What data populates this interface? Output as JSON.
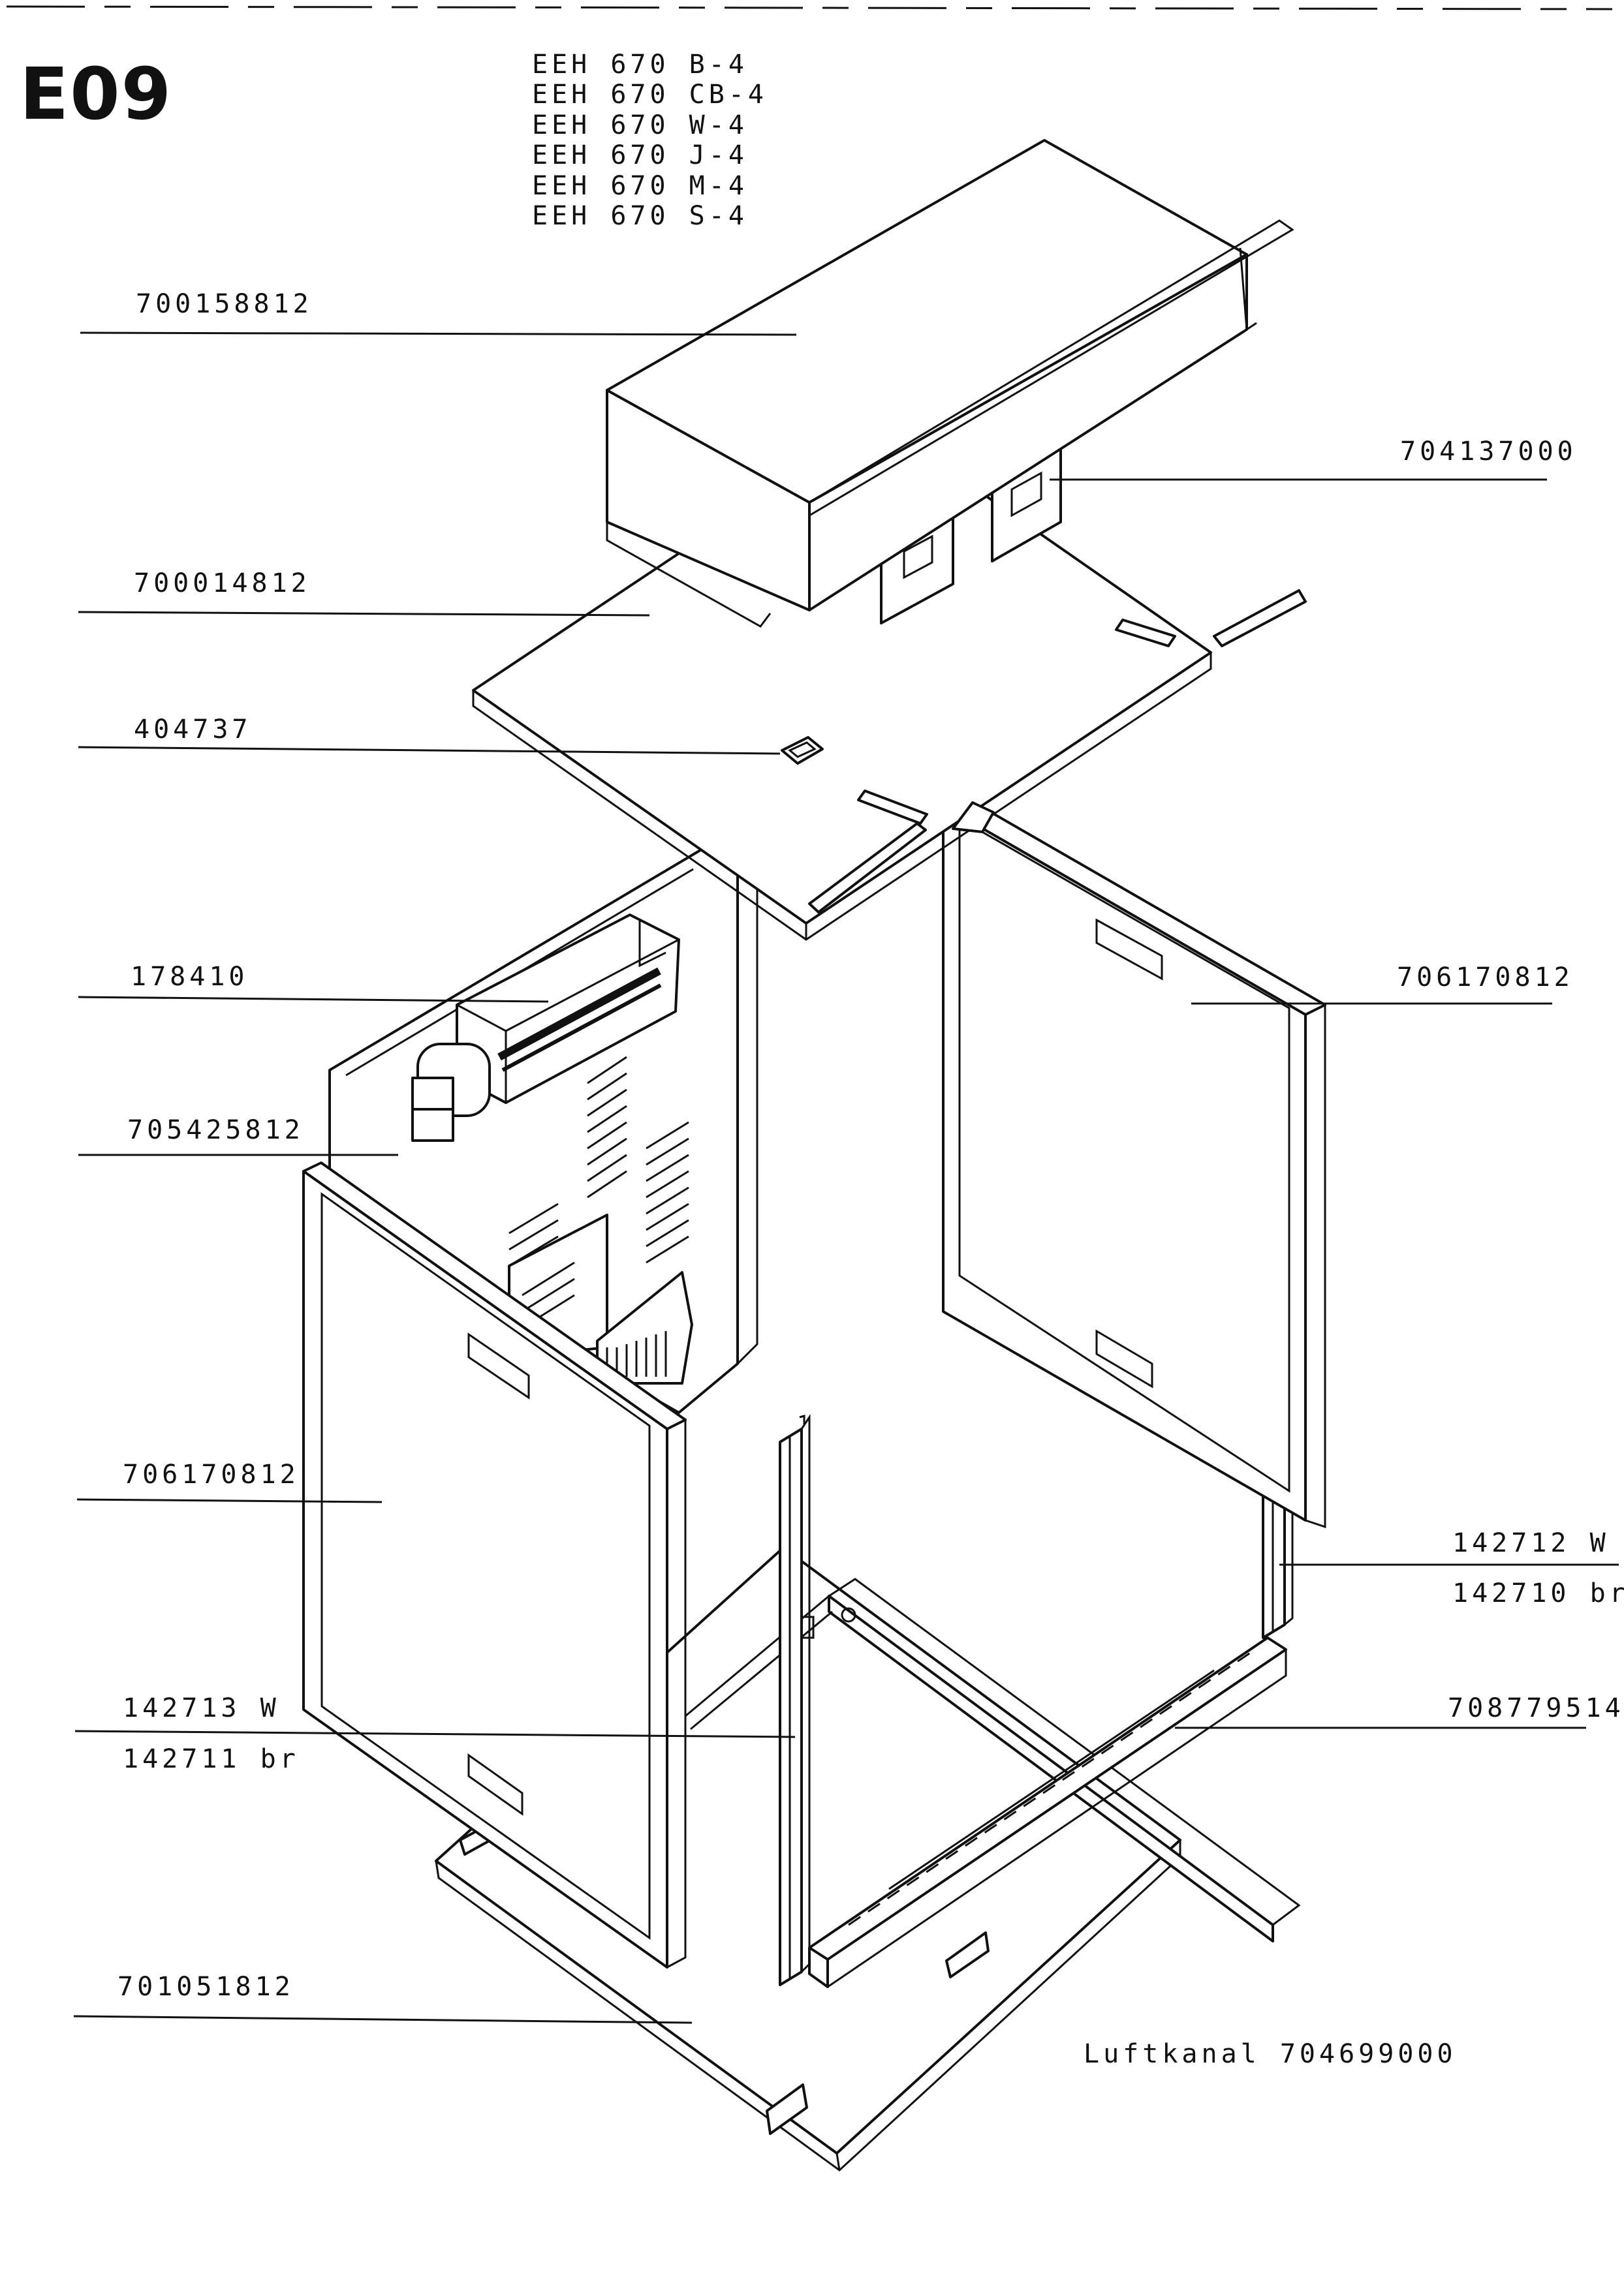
{
  "sheet_code": "E09",
  "models": [
    "EEH 670 B-4",
    "EEH 670 CB-4",
    "EEH 670 W-4",
    "EEH 670 J-4",
    "EEH 670 M-4",
    "EEH 670 S-4"
  ],
  "labels": {
    "top_cover": "700158812",
    "top_right_vents": "704137000",
    "top_plate": "700014812",
    "clip": "404737",
    "fan_motor": "178410",
    "rear_wall": "705425812",
    "right_side_panel": "706170812",
    "left_side_panel": "706170812",
    "right_strip_w": "142712 W",
    "right_strip_br": "142710 br",
    "left_strip_w": "142713 W",
    "left_strip_br": "142711 br",
    "front_rail": "708779514",
    "base_plate": "701051812",
    "air_duct": "Luftkanal 704699000"
  }
}
